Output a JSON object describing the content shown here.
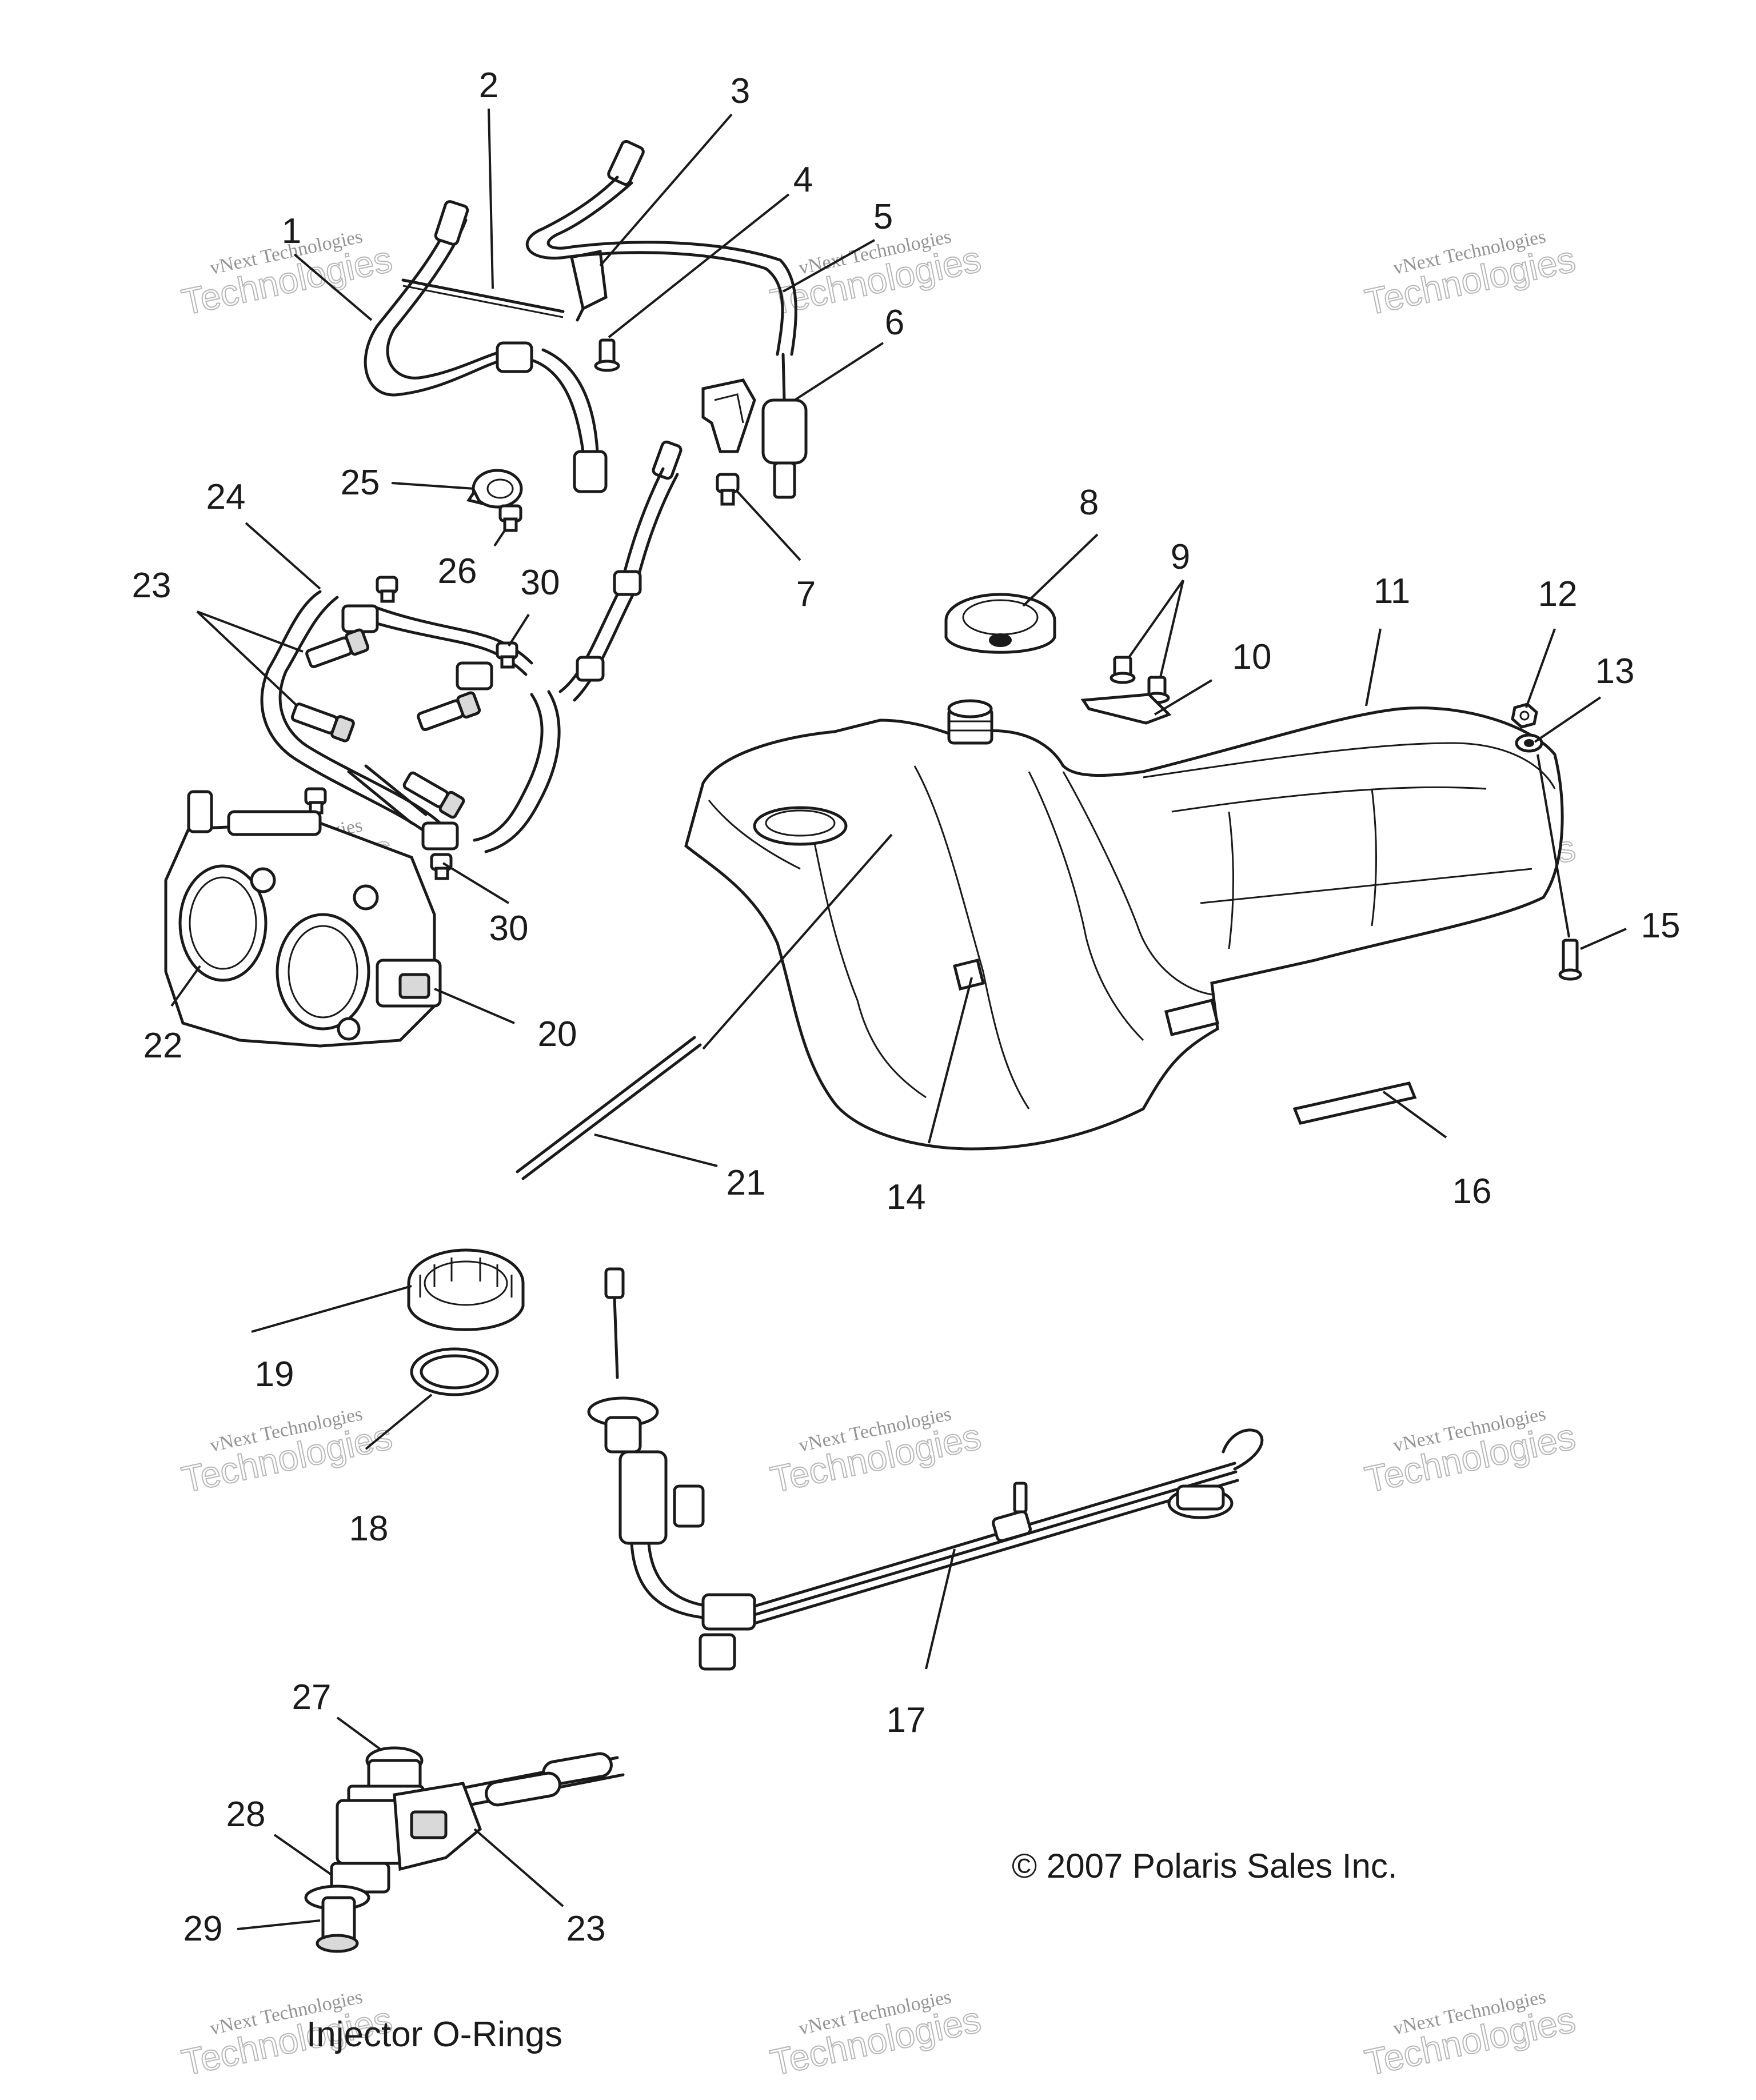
{
  "diagram": {
    "callouts": [
      "1",
      "2",
      "3",
      "4",
      "5",
      "6",
      "7",
      "8",
      "9",
      "10",
      "11",
      "12",
      "13",
      "14",
      "15",
      "16",
      "17",
      "18",
      "19",
      "20",
      "21",
      "22",
      "23",
      "23",
      "24",
      "25",
      "26",
      "27",
      "28",
      "29",
      "30",
      "30"
    ],
    "copyright": "© 2007 Polaris Sales Inc.",
    "inset_title": "Injector O-Rings",
    "watermark": {
      "line1": "vNext Technologies",
      "line2": "Technologies"
    }
  }
}
